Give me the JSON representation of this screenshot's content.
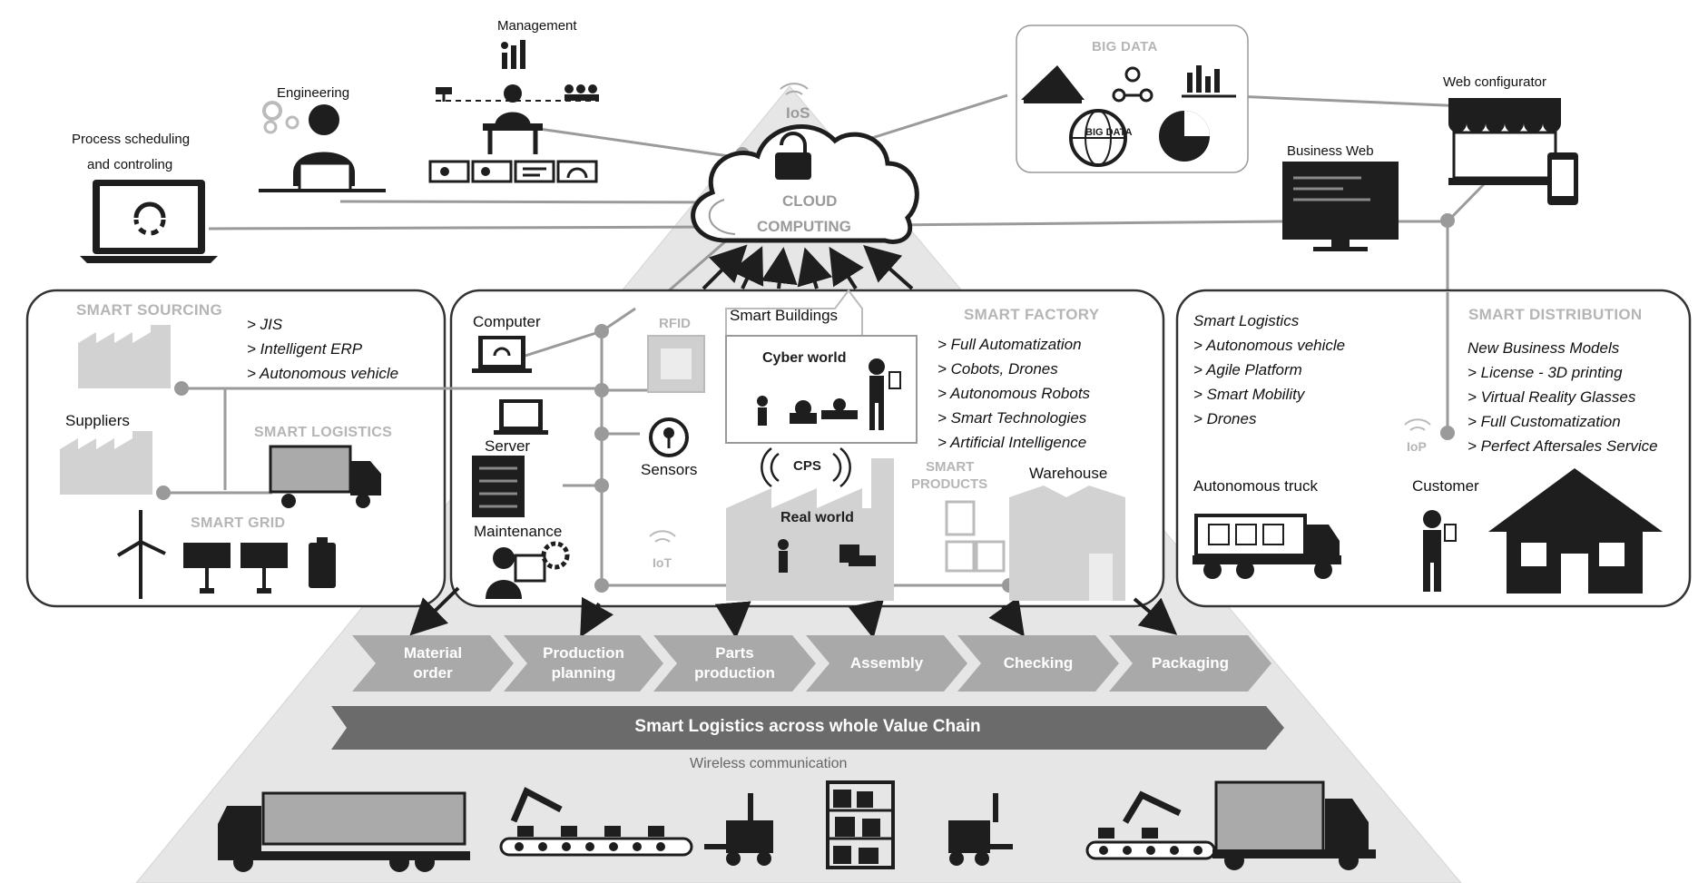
{
  "top": {
    "management": "Management",
    "engineering": "Engineering",
    "process": [
      "Process scheduling",
      "and controling"
    ],
    "big_data": "BIG DATA",
    "big_data_globe": "BIG DATA",
    "web_configurator": "Web configurator",
    "business_web": "Business Web",
    "ios": "IoS",
    "cloud": [
      "CLOUD",
      "COMPUTING"
    ]
  },
  "sourcing": {
    "title": "SMART SOURCING",
    "items": [
      "> JIS",
      "> Intelligent ERP",
      "> Autonomous vehicle"
    ],
    "suppliers": "Suppliers",
    "logistics": "SMART LOGISTICS",
    "grid": "SMART GRID"
  },
  "factory": {
    "title": "SMART FACTORY",
    "computer": "Computer",
    "rfid": "RFID",
    "smart_buildings": "Smart Buildings",
    "cyber_world": "Cyber world",
    "server": "Server",
    "sensors": "Sensors",
    "maintenance": "Maintenance",
    "iot": "IoT",
    "cps": "CPS",
    "real_world": "Real world",
    "smart_products": [
      "SMART",
      "PRODUCTS"
    ],
    "warehouse": "Warehouse",
    "items": [
      "> Full Automatization",
      "> Cobots, Drones",
      "> Autonomous Robots",
      "> Smart Technologies",
      "> Artificial Intelligence"
    ]
  },
  "distribution": {
    "title": "SMART DISTRIBUTION",
    "logistics_items": [
      "Smart Logistics",
      "> Autonomous vehicle",
      "> Agile Platform",
      "> Smart Mobility",
      "> Drones"
    ],
    "items": [
      "New Business Models",
      "> License - 3D printing",
      "> Virtual Reality Glasses",
      "> Full Customatization",
      "> Perfect Aftersales Service"
    ],
    "autonomous_truck": "Autonomous truck",
    "iop": "IoP",
    "customer": "Customer"
  },
  "value_chain": {
    "steps": [
      [
        "Material",
        "order"
      ],
      [
        "Production",
        "planning"
      ],
      [
        "Parts",
        "production"
      ],
      [
        "Assembly"
      ],
      [
        "Checking"
      ],
      [
        "Packaging"
      ]
    ],
    "banner": "Smart Logistics across whole Value Chain",
    "wireless": "Wireless communication"
  },
  "colors": {
    "pyramid": "#e6e6e6",
    "chevron": "#a9a9a9",
    "banner": "#6b6b6b",
    "connector": "#9a9a9a",
    "dark": "#1e1e1e",
    "light_icon": "#cfcfcf"
  }
}
